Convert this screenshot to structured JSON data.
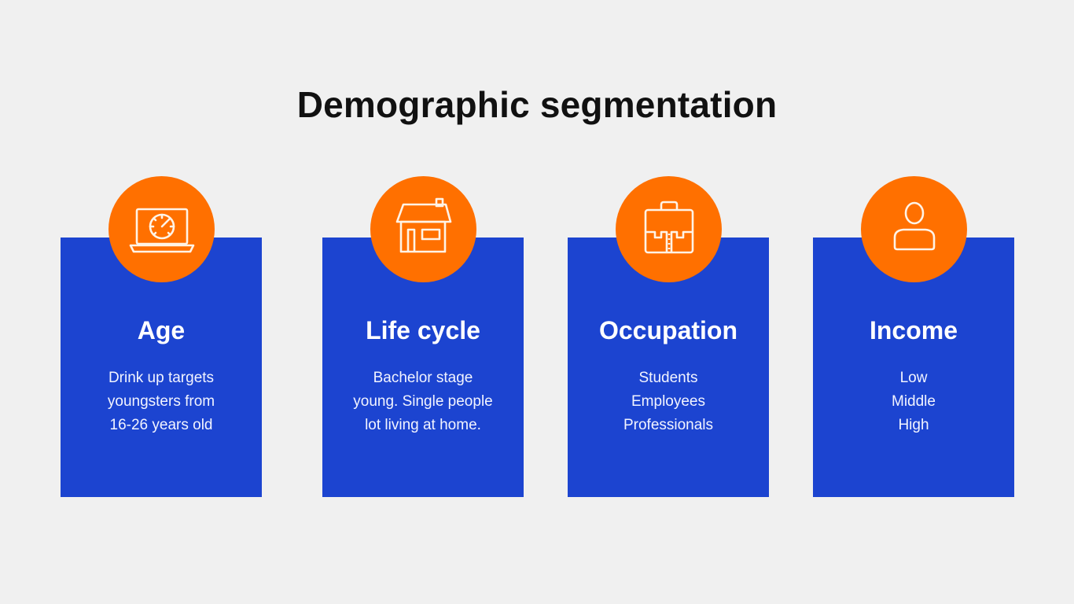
{
  "title": "Demographic segmentation",
  "colors": {
    "background": "#f0f0f0",
    "card": "#1c44d0",
    "circle": "#ff7000",
    "title": "#111111"
  },
  "cards": [
    {
      "icon": "laptop-speedometer-icon",
      "title": "Age",
      "lines": [
        "Drink up targets",
        "youngsters from",
        "16-26 years old"
      ]
    },
    {
      "icon": "house-icon",
      "title": "Life cycle",
      "lines": [
        "Bachelor stage",
        "young. Single people",
        "lot living at home."
      ]
    },
    {
      "icon": "briefcase-icon",
      "title": "Occupation",
      "lines": [
        "Students",
        "Employees",
        "Professionals"
      ]
    },
    {
      "icon": "person-icon",
      "title": "Income",
      "lines": [
        "Low",
        "Middle",
        "High"
      ]
    }
  ]
}
